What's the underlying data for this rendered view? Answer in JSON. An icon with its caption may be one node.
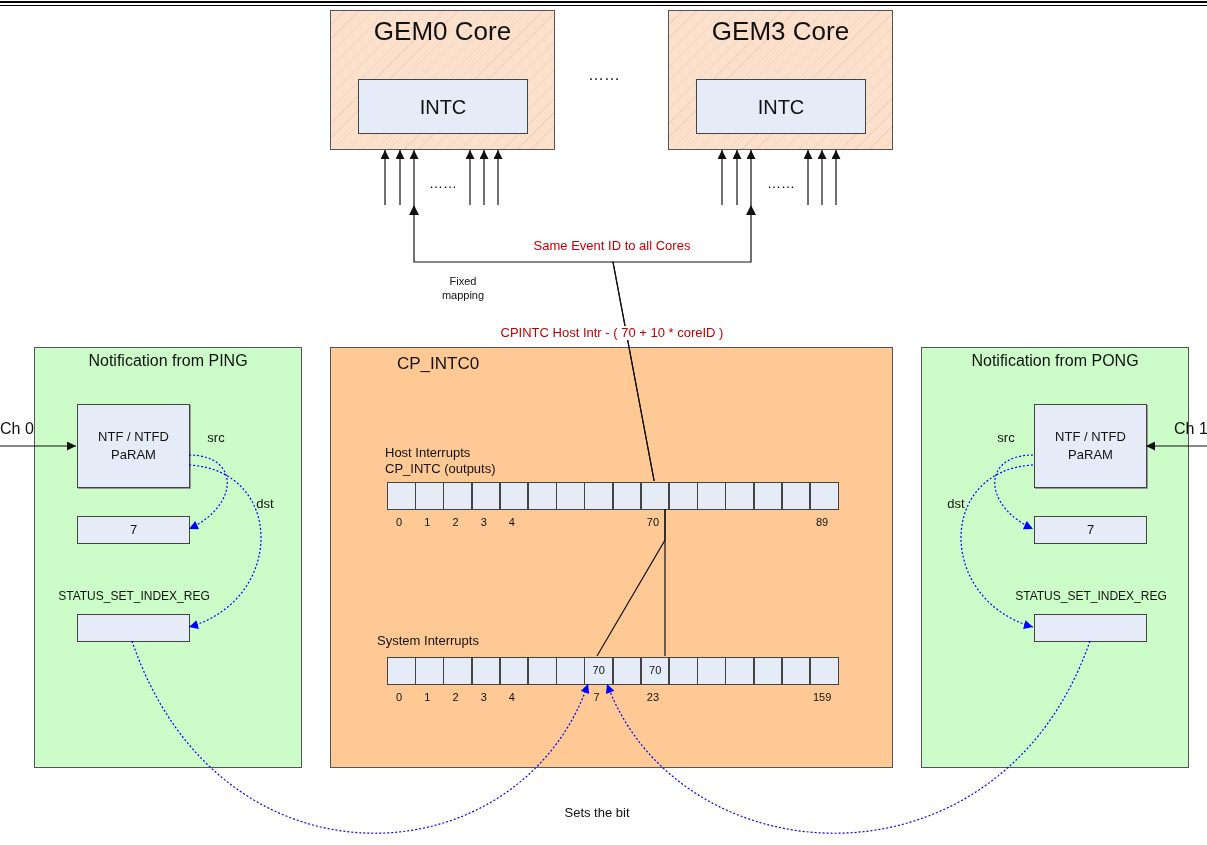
{
  "diagram": {
    "nodes": [
      {
        "text": [
          "GEM0 Core"
        ]
      },
      {
        "text": [
          "INTC"
        ],
        "in": 0
      },
      {
        "text": [
          "GEM3 Core"
        ]
      },
      {
        "text": [
          "INTC"
        ],
        "in": 2
      },
      {
        "text": [
          "Ch 0"
        ]
      },
      {
        "text": [
          "Notification from PING"
        ]
      },
      {
        "text": [
          "NTF / NTFD PaRAM"
        ],
        "in": 5
      },
      {
        "text": [
          "7"
        ],
        "in": 5
      },
      {
        "text": [
          "STATUS_SET_INDEX_REG"
        ],
        "in": 5
      },
      {
        "text": [
          "CP_INTC0"
        ]
      },
      {
        "text": [],
        "shape": "box",
        "in": 9
      },
      {
        "text": [],
        "shape": "box",
        "in": 9
      },
      {
        "text": [],
        "shape": "box",
        "in": 9
      },
      {
        "text": [],
        "shape": "box",
        "in": 9
      },
      {
        "text": [],
        "shape": "box",
        "in": 9
      },
      {
        "text": [],
        "shape": "box",
        "in": 9
      },
      {
        "text": [],
        "shape": "box",
        "in": 9
      },
      {
        "text": [],
        "shape": "box",
        "in": 9
      },
      {
        "text": [],
        "shape": "box",
        "in": 9
      },
      {
        "text": [],
        "shape": "box",
        "in": 9
      },
      {
        "text": [],
        "shape": "box",
        "in": 9
      },
      {
        "text": [],
        "shape": "box",
        "in": 9
      },
      {
        "text": [],
        "shape": "box",
        "in": 9
      },
      {
        "text": [],
        "shape": "box",
        "in": 9
      },
      {
        "text": [],
        "shape": "box",
        "in": 9
      },
      {
        "text": [],
        "shape": "box",
        "in": 9
      },
      {
        "text": [],
        "shape": "box",
        "in": 9
      },
      {
        "text": [],
        "shape": "box",
        "in": 9
      },
      {
        "text": [],
        "shape": "box",
        "in": 9
      },
      {
        "text": [],
        "shape": "box",
        "in": 9
      },
      {
        "text": [],
        "shape": "box",
        "in": 9
      },
      {
        "text": [],
        "shape": "box",
        "in": 9
      },
      {
        "text": [],
        "shape": "box",
        "in": 9
      },
      {
        "text": [
          "70"
        ],
        "in": 9
      },
      {
        "text": [],
        "shape": "box",
        "in": 9
      },
      {
        "text": [
          "70"
        ],
        "in": 9
      },
      {
        "text": [],
        "shape": "box",
        "in": 9
      },
      {
        "text": [],
        "shape": "box",
        "in": 9
      },
      {
        "text": [],
        "shape": "box",
        "in": 9
      },
      {
        "text": [],
        "shape": "box",
        "in": 9
      },
      {
        "text": [],
        "shape": "box",
        "in": 9
      },
      {
        "text": [],
        "shape": "box",
        "in": 9
      },
      {
        "text": [
          "Notification from PONG"
        ]
      },
      {
        "text": [
          "NTF / NTFD PaRAM"
        ],
        "in": 42
      },
      {
        "text": [
          "7"
        ],
        "in": 42
      },
      {
        "text": [
          "STATUS_SET_INDEX_REG"
        ],
        "in": 42
      },
      {
        "text": [
          "Ch 1"
        ]
      }
    ],
    "edges": [
      {
        "from": null,
        "to": 0,
        "arrow": "to"
      },
      {
        "from": null,
        "to": 0,
        "arrow": "to"
      },
      {
        "from": null,
        "to": 0,
        "arrow": "to"
      },
      {
        "from": null,
        "to": 0,
        "arrow": "to"
      },
      {
        "from": null,
        "to": 0,
        "arrow": "to"
      },
      {
        "from": null,
        "to": 2,
        "arrow": "to"
      },
      {
        "from": null,
        "to": 2,
        "arrow": "to"
      },
      {
        "from": null,
        "to": 2,
        "arrow": "to"
      },
      {
        "from": null,
        "to": 2,
        "arrow": "to"
      },
      {
        "from": null,
        "to": 2,
        "arrow": "to"
      },
      {
        "from": 19,
        "to": 0,
        "arrow": "to",
        "label": "Fixed mapping"
      },
      {
        "from": 19,
        "to": 2,
        "arrow": "to",
        "label": "Same Event ID to all Cores"
      },
      {
        "from": 4,
        "to": 6,
        "arrow": "to"
      },
      {
        "from": 6,
        "to": 7,
        "arrow": "to",
        "label": "src",
        "style": "dashed",
        "color": "#0000ff"
      },
      {
        "from": 6,
        "to": 8,
        "arrow": "to",
        "label": "dst",
        "style": "dashed",
        "color": "#0000ff"
      },
      {
        "from": 33,
        "to": 19,
        "arrow": "none"
      },
      {
        "from": 35,
        "to": 19,
        "arrow": "none"
      },
      {
        "from": 46,
        "to": 43,
        "arrow": "to"
      },
      {
        "from": 43,
        "to": 44,
        "arrow": "to",
        "label": "src",
        "style": "dashed",
        "color": "#0000ff"
      },
      {
        "from": 43,
        "to": 45,
        "arrow": "to",
        "label": "dst",
        "style": "dashed",
        "color": "#0000ff"
      },
      {
        "from": 8,
        "to": 33,
        "arrow": "to",
        "style": "dashed",
        "color": "#0000ff"
      },
      {
        "from": 45,
        "to": 33,
        "arrow": "to",
        "style": "dashed",
        "color": "#0000ff"
      }
    ],
    "labels": [
      "……",
      "……",
      "……",
      "CPINTC Host Intr - ( 70 + 10 * coreID )",
      "Host Interrupts CP_INTC (outputs)",
      "0",
      "1",
      "2",
      "3",
      "4",
      "70",
      "89",
      "System Interrupts",
      "0",
      "1",
      "2",
      "3",
      "4",
      "7",
      "23",
      "159",
      "Sets the bit"
    ]
  }
}
